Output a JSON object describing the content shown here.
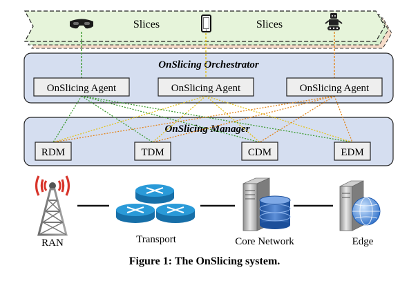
{
  "slices": {
    "label_left": "Slices",
    "label_right": "Slices",
    "icons": [
      "vr-headset-icon",
      "smartphone-icon",
      "robot-icon"
    ]
  },
  "orchestrator": {
    "title": "OnSlicing Orchestrator",
    "agents": [
      "OnSlicing Agent",
      "OnSlicing Agent",
      "OnSlicing Agent"
    ]
  },
  "manager": {
    "title": "OnSlicing Manager",
    "domain_managers": [
      "RDM",
      "TDM",
      "CDM",
      "EDM"
    ]
  },
  "infrastructure": {
    "ran": "RAN",
    "transport": "Transport",
    "core": "Core Network",
    "edge": "Edge"
  },
  "colors": {
    "panel_fill": "#d5def0",
    "slice_fill": "#e6f4da",
    "slice_back1": "#f6dcc9",
    "slice_back2": "#d9f0cf",
    "green_line": "#3a9a2e",
    "orange_line": "#e2861d",
    "yellow_line": "#e3c21a",
    "router_blue": "#1f8fd0"
  },
  "caption": "Figure 1: The OnSlicing system."
}
